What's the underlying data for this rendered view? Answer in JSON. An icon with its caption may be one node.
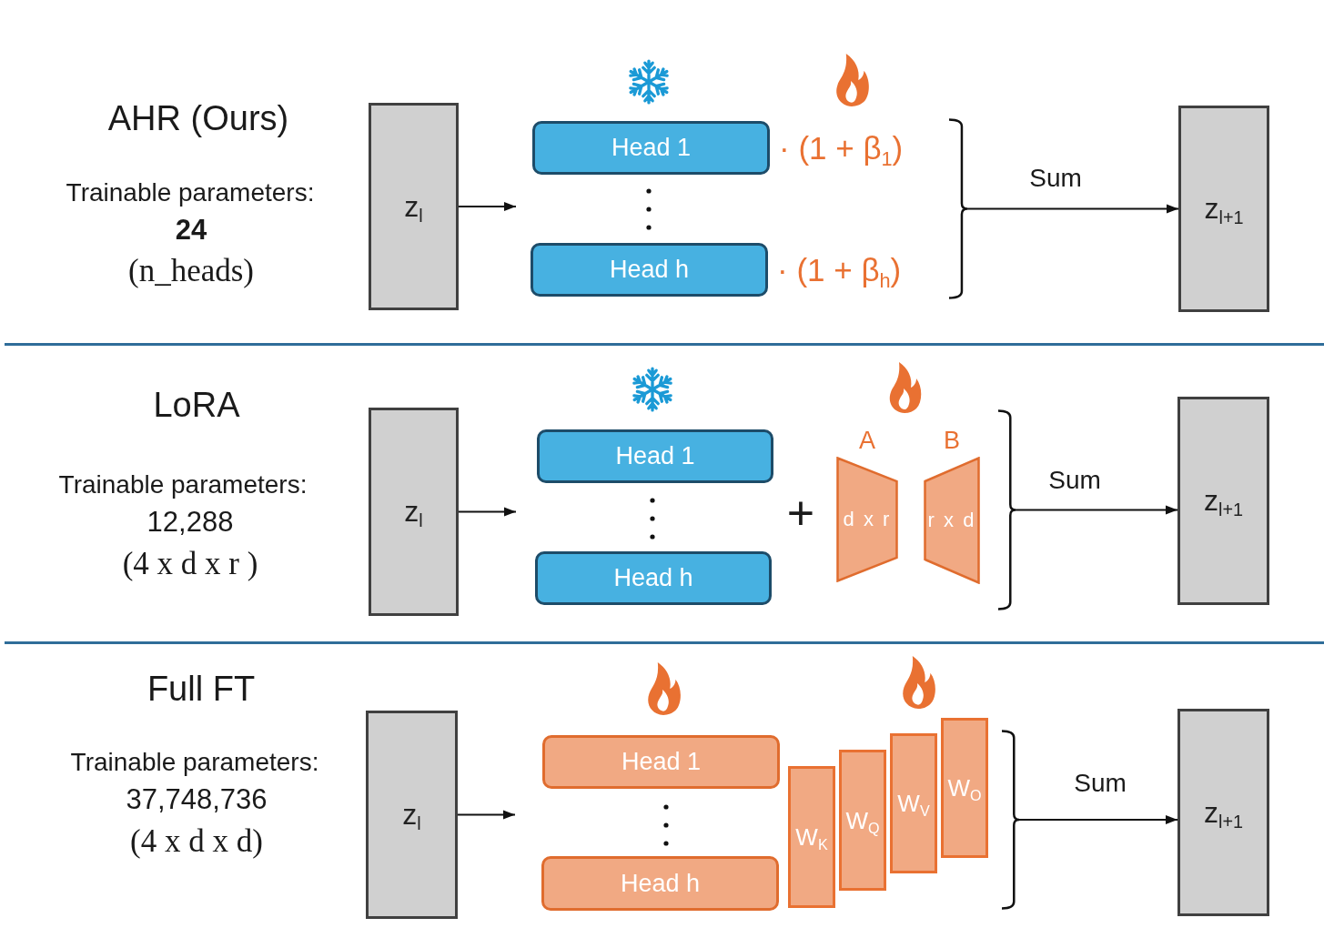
{
  "diagram": {
    "nodes": [
      {
        "text": [
          "z$_{l}$"
        ]
      },
      {
        "text": [
          "Head 1"
        ],
        "beside": [
          "· (1 + β$_{1}$)"
        ]
      },
      {
        "text": [
          "Head h"
        ],
        "beside": [
          "· (1 + β$_{h}$)"
        ]
      },
      {
        "text": [],
        "shape": "bracket"
      },
      {
        "text": [
          "z$_{l+1}$"
        ]
      },
      {
        "text": [
          "z$_{l}$"
        ]
      },
      {
        "text": [
          "Head 1"
        ]
      },
      {
        "text": [
          "Head h"
        ]
      },
      {
        "text": [
          "A",
          "d x r"
        ]
      },
      {
        "text": [
          "B",
          "r x d"
        ]
      },
      {
        "text": [],
        "shape": "bracket"
      },
      {
        "text": [
          "z$_{l+1}$"
        ]
      },
      {
        "text": [
          "z$_{l}$"
        ]
      },
      {
        "text": [
          "Head 1"
        ]
      },
      {
        "text": [
          "Head h"
        ]
      },
      {
        "text": [
          "W$_{K}$"
        ]
      },
      {
        "text": [
          "W$_{Q}$"
        ]
      },
      {
        "text": [
          "W$_{V}$"
        ]
      },
      {
        "text": [
          "W$_{O}$"
        ]
      },
      {
        "text": [],
        "shape": "bracket"
      },
      {
        "text": [
          "z$_{l+1}$"
        ]
      }
    ],
    "edges": [
      {
        "from": 0,
        "to": null,
        "arrow": "to"
      },
      {
        "from": 3,
        "to": 4,
        "arrow": "to",
        "label": "Sum"
      },
      {
        "from": 5,
        "to": null,
        "arrow": "to"
      },
      {
        "from": 10,
        "to": 11,
        "arrow": "to",
        "label": "Sum"
      },
      {
        "from": 12,
        "to": null,
        "arrow": "to"
      },
      {
        "from": 19,
        "to": 20,
        "arrow": "to",
        "label": "Sum"
      }
    ],
    "labels": [
      "AHR (Ours)",
      "Trainable parameters:",
      "24",
      "(n_heads)",
      "LoRA",
      "Trainable parameters:",
      "12,288",
      "(4 x d x r )",
      "+",
      "Full FT",
      "Trainable parameters:",
      "37,748,736",
      "(4 x d x d)"
    ]
  }
}
